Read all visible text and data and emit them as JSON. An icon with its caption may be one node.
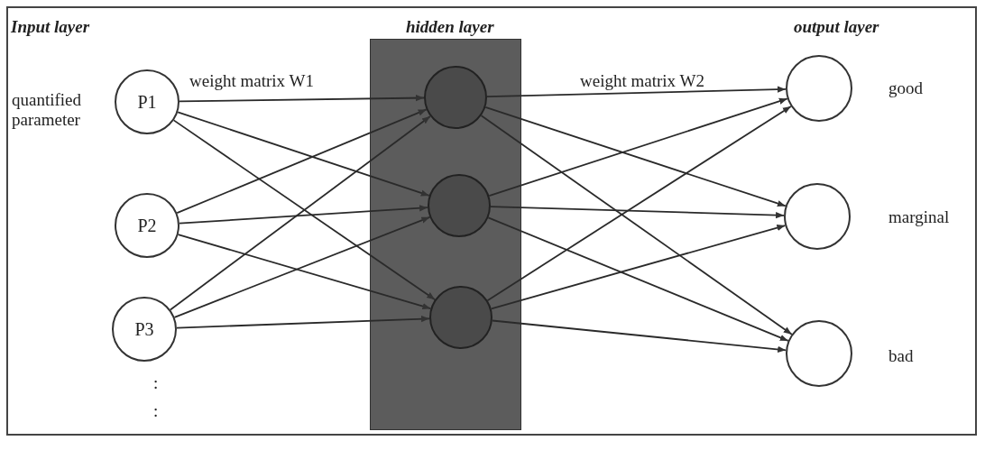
{
  "diagram": {
    "nodes": [
      {
        "text": [
          "P1"
        ],
        "beside": [
          "quantified parameter"
        ]
      },
      {
        "text": [
          "P2"
        ]
      },
      {
        "text": [
          "P3"
        ]
      },
      {
        "text": [
          "hidden layer"
        ]
      },
      {
        "text": [],
        "shape": "circle",
        "in": 3
      },
      {
        "text": [],
        "shape": "circle",
        "in": 3
      },
      {
        "text": [],
        "shape": "circle",
        "in": 3
      },
      {
        "text": [],
        "shape": "circle",
        "beside": [
          "good"
        ]
      },
      {
        "text": [],
        "shape": "circle",
        "beside": [
          "marginal"
        ]
      },
      {
        "text": [],
        "shape": "circle",
        "beside": [
          "bad"
        ]
      }
    ],
    "edges": [
      {
        "from": 0,
        "to": 4,
        "arrow": "to"
      },
      {
        "from": 0,
        "to": 5,
        "arrow": "to"
      },
      {
        "from": 0,
        "to": 6,
        "arrow": "to"
      },
      {
        "from": 1,
        "to": 4,
        "arrow": "to"
      },
      {
        "from": 1,
        "to": 5,
        "arrow": "to"
      },
      {
        "from": 1,
        "to": 6,
        "arrow": "to"
      },
      {
        "from": 2,
        "to": 4,
        "arrow": "to"
      },
      {
        "from": 2,
        "to": 5,
        "arrow": "to"
      },
      {
        "from": 2,
        "to": 6,
        "arrow": "to"
      },
      {
        "from": 4,
        "to": 7,
        "arrow": "to"
      },
      {
        "from": 4,
        "to": 8,
        "arrow": "to"
      },
      {
        "from": 4,
        "to": 9,
        "arrow": "to"
      },
      {
        "from": 5,
        "to": 7,
        "arrow": "to"
      },
      {
        "from": 5,
        "to": 8,
        "arrow": "to"
      },
      {
        "from": 5,
        "to": 9,
        "arrow": "to"
      },
      {
        "from": 6,
        "to": 7,
        "arrow": "to"
      },
      {
        "from": 6,
        "to": 8,
        "arrow": "to"
      },
      {
        "from": 6,
        "to": 9,
        "arrow": "to"
      }
    ],
    "labels": [
      "Input layer",
      "output layer",
      "weight matrix W1",
      "weight matrix W2",
      ":",
      ":"
    ]
  }
}
